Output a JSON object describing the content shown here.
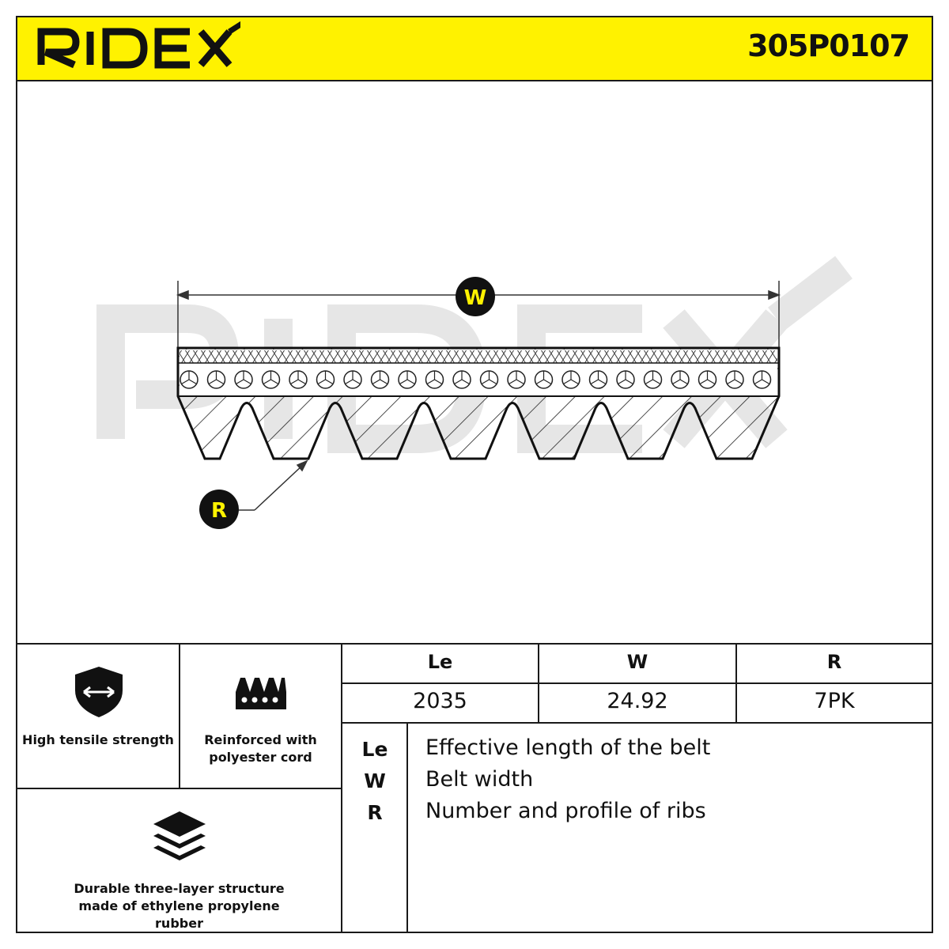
{
  "brand": {
    "name": "RIDEX",
    "accent_color": "#fff200"
  },
  "part_number": "305P0107",
  "diagram": {
    "width_marker": "W",
    "ribs_marker": "R",
    "watermark": "RIDEX"
  },
  "features": [
    {
      "icon": "shield-arrows-icon",
      "label": "High tensile strength"
    },
    {
      "icon": "belt-profile-icon",
      "label": "Reinforced with polyester cord"
    },
    {
      "icon": "layers-icon",
      "label": "Durable three-layer structure made of ethylene propylene rubber"
    }
  ],
  "specs": {
    "headers": [
      "Le",
      "W",
      "R"
    ],
    "values": [
      "2035",
      "24.92",
      "7PK"
    ]
  },
  "legend": [
    {
      "key": "Le",
      "desc": "Effective length of the belt"
    },
    {
      "key": "W",
      "desc": "Belt width"
    },
    {
      "key": "R",
      "desc": "Number and profile of ribs"
    }
  ]
}
